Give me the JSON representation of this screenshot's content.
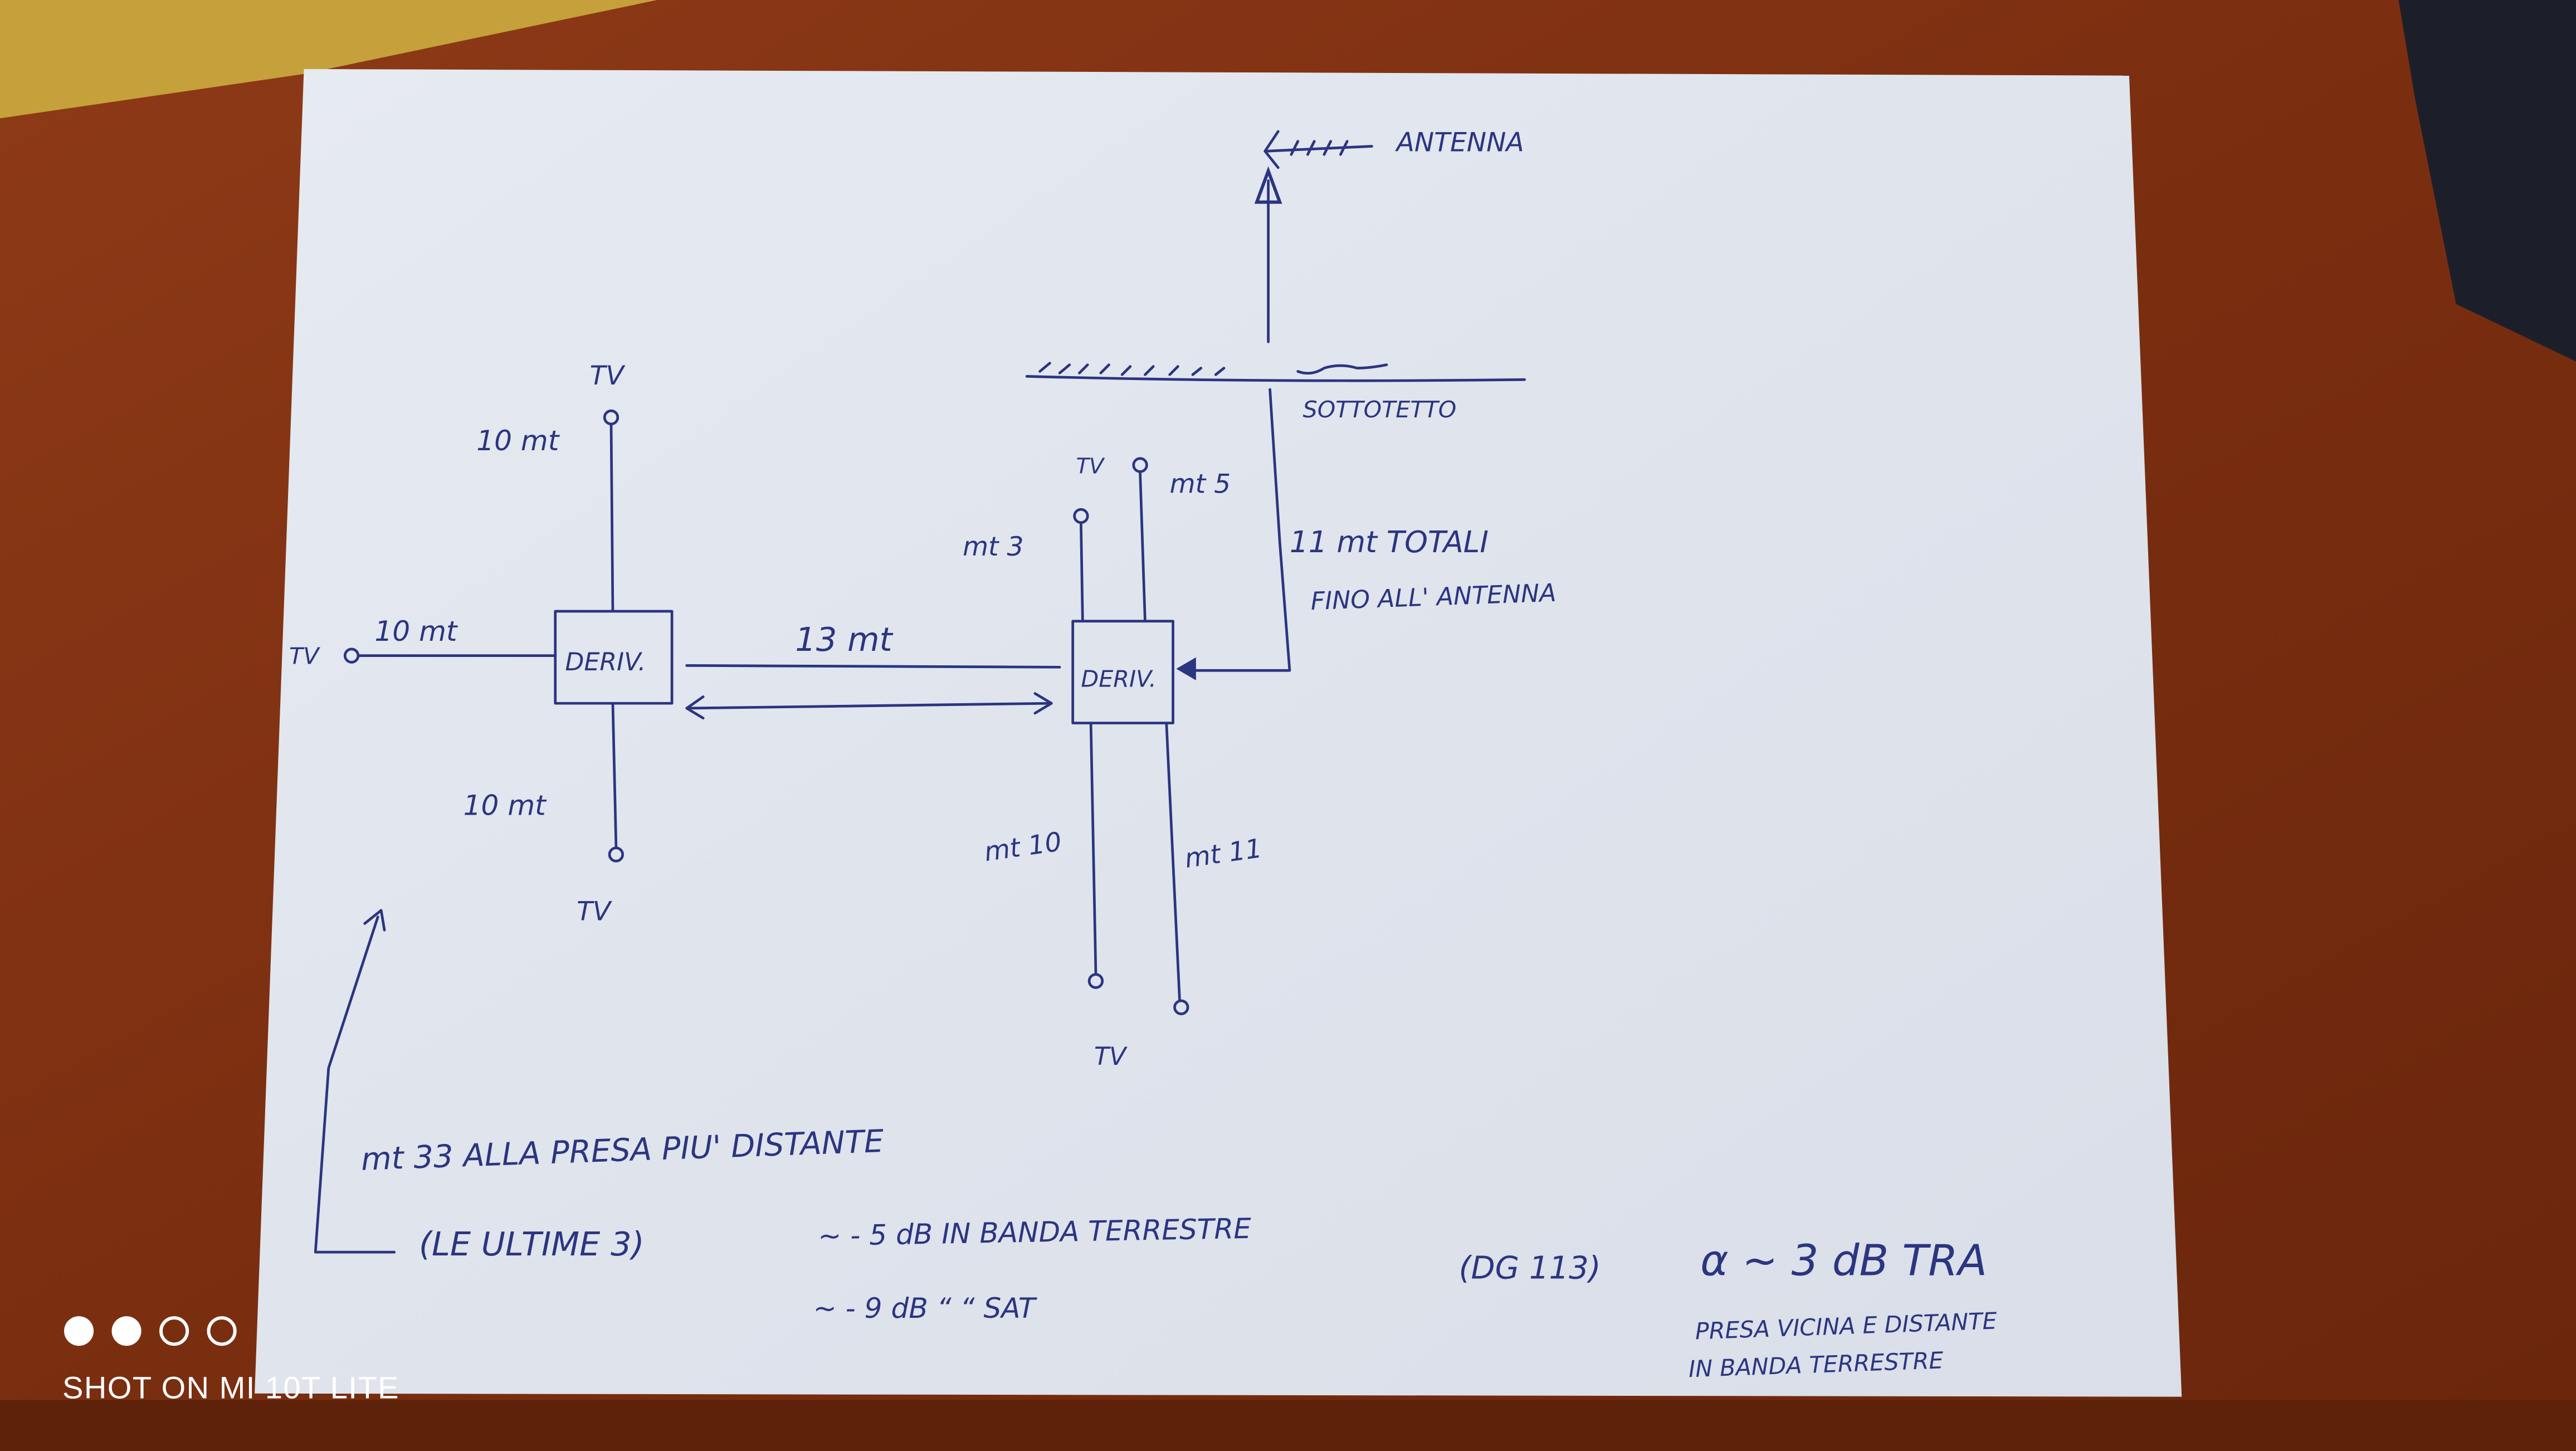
{
  "diagram": {
    "antenna_label": "ANTENNA",
    "attic_label": "SOTTOTETTO",
    "total_label": "11 mt TOTALI",
    "to_antenna_label": "FINO ALL' ANTENNA",
    "splitter_right": {
      "label": "DERIV.",
      "branches": [
        {
          "outlet": "TV",
          "length": "mt 3"
        },
        {
          "outlet": "",
          "length": "mt 5"
        },
        {
          "outlet": "",
          "length": "mt 10"
        },
        {
          "outlet": "TV",
          "length": "mt 11"
        }
      ]
    },
    "splitter_left": {
      "label": "DERIV.",
      "branches": [
        {
          "outlet": "TV",
          "length": "10 mt"
        },
        {
          "outlet": "TV",
          "length": "10 mt"
        },
        {
          "outlet": "TV",
          "length": "10 mt"
        }
      ]
    },
    "link_length": "13 mt",
    "notes": {
      "farthest": "mt 33 ALLA PRESA PIU' DISTANTE",
      "last_three": "(LE ULTIME 3)",
      "terrestrial_loss": "~ - 5 dB IN BANDA TERRESTRE",
      "sat_loss": "~ - 9 dB “ “ SAT",
      "model": "(DG 113)",
      "alpha": "α ~ 3 dB TRA",
      "alpha_line2": "PRESA VICINA E DISTANTE",
      "alpha_line3": "IN BANDA TERRESTRE"
    }
  },
  "watermark": {
    "text": "SHOT ON MI 10T LITE"
  },
  "colors": {
    "ink": "#2b3580",
    "paper": "#e4e8ef",
    "wood": "#7a2f12"
  }
}
